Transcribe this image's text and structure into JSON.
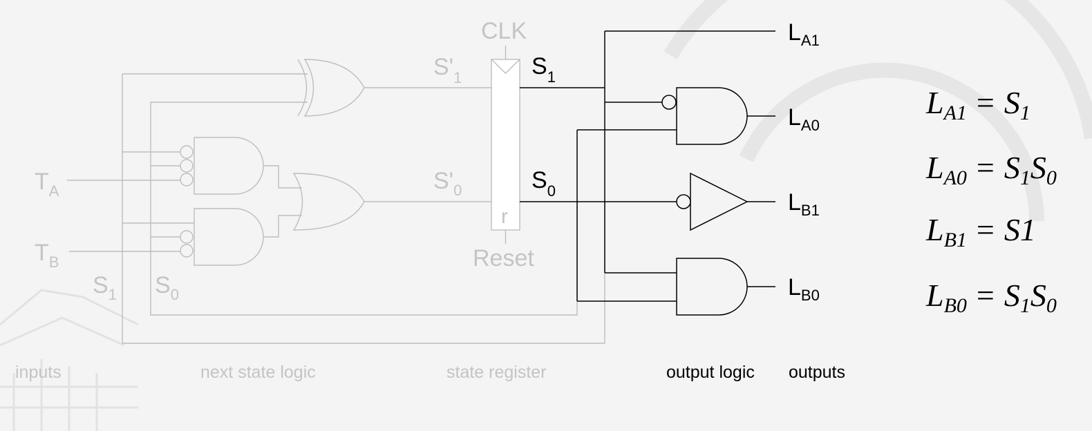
{
  "colors": {
    "background": "#f4f4f4",
    "faded": "#bdbdbd",
    "faded_text": "#c4c4c4",
    "active": "#000000",
    "watermark": "#e6e6e6"
  },
  "inputs": {
    "ta": {
      "main": "T",
      "sub": "A"
    },
    "tb": {
      "main": "T",
      "sub": "B"
    }
  },
  "feedback": {
    "s1": {
      "main": "S",
      "sub": "1"
    },
    "s0": {
      "main": "S",
      "sub": "0"
    }
  },
  "next_state": {
    "s1p": {
      "main": "S'",
      "sub": "1"
    },
    "s0p": {
      "main": "S'",
      "sub": "0"
    }
  },
  "register": {
    "clk": "CLK",
    "reset": "Reset",
    "r": "r",
    "s1": {
      "main": "S",
      "sub": "1"
    },
    "s0": {
      "main": "S",
      "sub": "0"
    }
  },
  "outputs": {
    "la1": {
      "main": "L",
      "sub": "A1"
    },
    "la0": {
      "main": "L",
      "sub": "A0"
    },
    "lb1": {
      "main": "L",
      "sub": "B1"
    },
    "lb0": {
      "main": "L",
      "sub": "B0"
    }
  },
  "sections": {
    "inputs": "inputs",
    "next_state_logic": "next state logic",
    "state_register": "state register",
    "output_logic": "output logic",
    "outputs": "outputs"
  },
  "equations": {
    "la1": {
      "lhs": "L",
      "lhs_sub": "A1",
      "op": "=",
      "rhs": [
        {
          "v": "S",
          "s": "1"
        }
      ]
    },
    "la0": {
      "lhs": "L",
      "lhs_sub": "A0",
      "op": "=",
      "rhs": [
        {
          "v": "S",
          "s": "1"
        },
        {
          "v": "S",
          "s": "0"
        }
      ]
    },
    "lb1": {
      "lhs": "L",
      "lhs_sub": "B1",
      "op": "=",
      "rhs": [
        {
          "v": "S1",
          "s": ""
        }
      ]
    },
    "lb0": {
      "lhs": "L",
      "lhs_sub": "B0",
      "op": "=",
      "rhs": [
        {
          "v": "S",
          "s": "1"
        },
        {
          "v": "S",
          "s": "0"
        }
      ]
    }
  }
}
